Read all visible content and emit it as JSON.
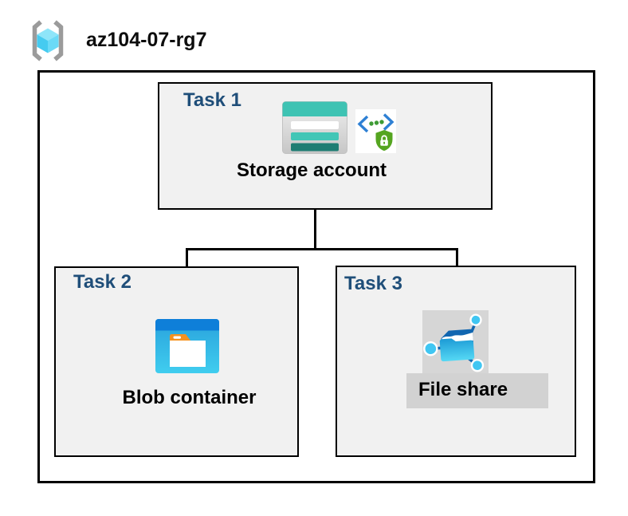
{
  "header": {
    "resource_group_name": "az104-07-rg7",
    "icon": "resource-group-icon"
  },
  "tasks": [
    {
      "label": "Task 1",
      "resource_label": "Storage account",
      "icons": [
        "storage-account-icon",
        "secured-endpoint-icon"
      ]
    },
    {
      "label": "Task 2",
      "resource_label": "Blob container",
      "icons": [
        "blob-container-icon"
      ]
    },
    {
      "label": "Task 3",
      "resource_label": "File share",
      "icons": [
        "file-share-icon"
      ]
    }
  ],
  "connections": [
    {
      "from": "Storage account",
      "to": "Blob container"
    },
    {
      "from": "Storage account",
      "to": "File share"
    }
  ],
  "colors": {
    "task_label_navy": "#1F4E79",
    "box_fill": "#F1F1F1",
    "border_black": "#000000",
    "storage_teal": "#3EC3B3",
    "storage_teal_dark": "#1E7D73",
    "blob_header_blue": "#0E7FD9",
    "blob_body_cyan": "#35BCE8",
    "folder_tab_orange": "#F6921E",
    "fileshare_dark_blue": "#1166B0",
    "fileshare_cyan": "#40C6F2",
    "endpoint_chevron_blue": "#2E80D4",
    "endpoint_shield_green": "#55A520",
    "rg_bracket_gray": "#9B9B9B",
    "rg_cube_cyan": "#45CBF0",
    "highlight_gray": "#D2D2D2"
  }
}
